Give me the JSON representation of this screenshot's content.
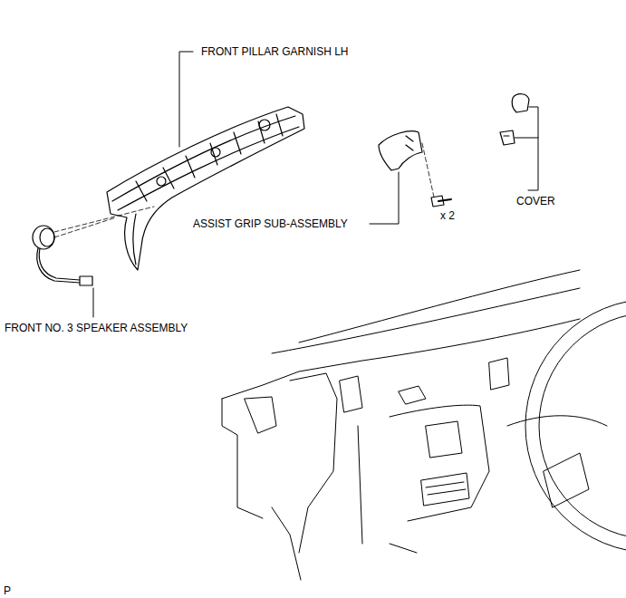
{
  "diagram": {
    "labels": [
      "FRONT PILLAR GARNISH LH",
      "x 2",
      "COVER",
      "ASSIST GRIP SUB-ASSEMBLY",
      "FRONT NO. 3 SPEAKER ASSEMBLY",
      "P"
    ]
  }
}
